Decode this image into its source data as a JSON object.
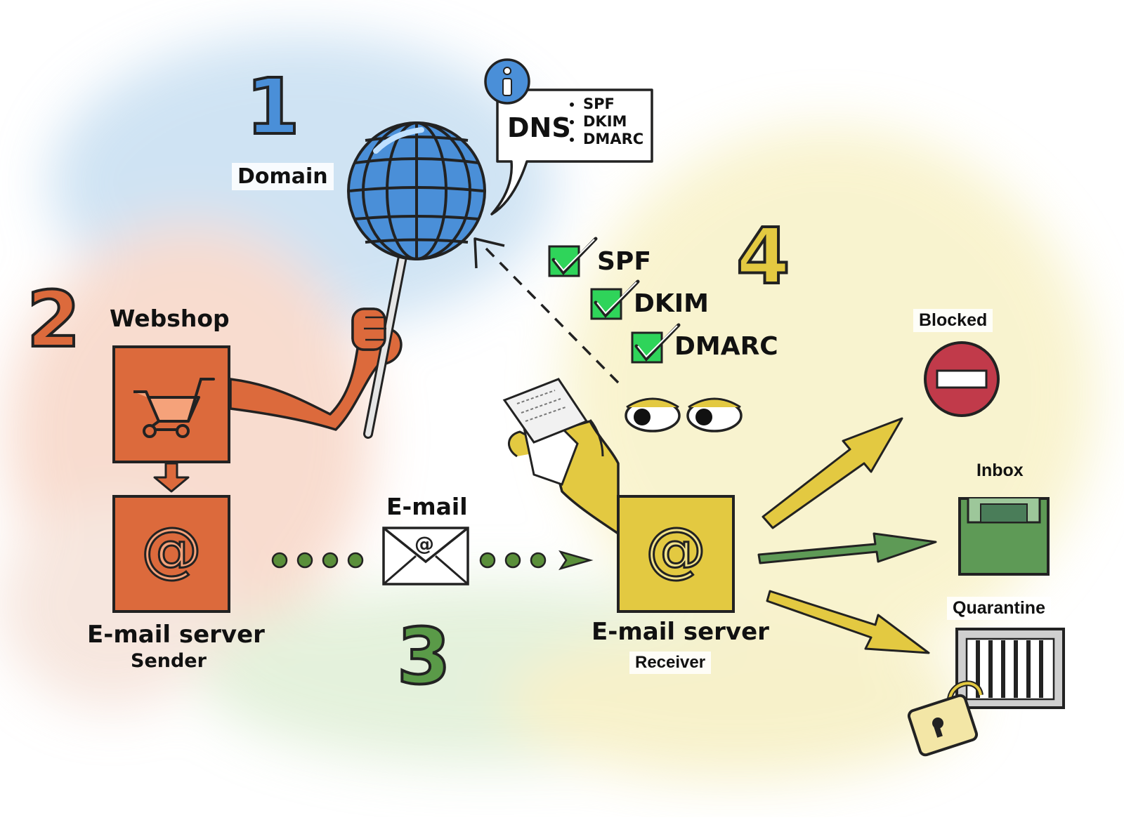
{
  "colors": {
    "sender": "#dc6a3c",
    "receiver": "#e3c941",
    "globe": "#4a8fd8",
    "check": "#2fd45a",
    "blocked": "#c13a4a",
    "inbox": "#5e9a56",
    "dots": "#5a8f3a"
  },
  "steps": {
    "one": "1",
    "two": "2",
    "three": "3",
    "four": "4"
  },
  "domain": {
    "label": "Domain"
  },
  "dns": {
    "title": "DNS",
    "items": [
      "SPF",
      "DKIM",
      "DMARC"
    ],
    "icon": "info-icon"
  },
  "checks": {
    "items": [
      "SPF",
      "DKIM",
      "DMARC"
    ]
  },
  "webshop": {
    "label": "Webshop",
    "icon": "shopping-cart-icon"
  },
  "sender_server": {
    "title": "E-mail server",
    "subtitle": "Sender",
    "icon": "at-sign-icon"
  },
  "email": {
    "label": "E-mail",
    "icon": "envelope-icon"
  },
  "receiver_server": {
    "title": "E-mail server",
    "subtitle": "Receiver",
    "icon": "at-sign-icon"
  },
  "outcomes": {
    "blocked": "Blocked",
    "inbox": "Inbox",
    "quarantine": "Quarantine"
  }
}
